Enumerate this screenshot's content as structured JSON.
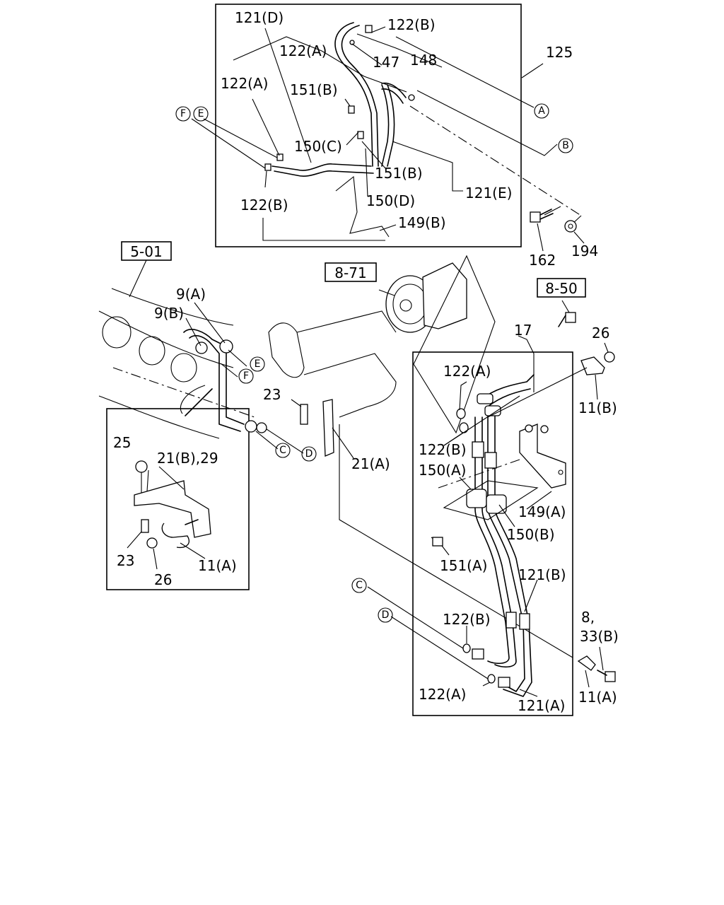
{
  "refs": [
    "5-01",
    "8-71",
    "8-50"
  ],
  "labels": [
    "121(D)",
    "122(B)",
    "122(A)",
    "147",
    "148",
    "125",
    "122(A)",
    "151(B)",
    "150(C)",
    "151(B)",
    "122(B)",
    "150(D)",
    "121(E)",
    "149(B)",
    "162",
    "194",
    "9(A)",
    "9(B)",
    "23",
    "21(A)",
    "17",
    "26",
    "11(B)",
    "122(A)",
    "122(B)",
    "150(A)",
    "149(A)",
    "150(B)",
    "151(A)",
    "121(B)",
    "122(B)",
    "8,",
    "33(B)",
    "122(A)",
    "121(A)",
    "11(A)",
    "25",
    "21(B),29",
    "23",
    "26",
    "11(A)"
  ],
  "markers": [
    "A",
    "B",
    "C",
    "D",
    "E",
    "F"
  ]
}
